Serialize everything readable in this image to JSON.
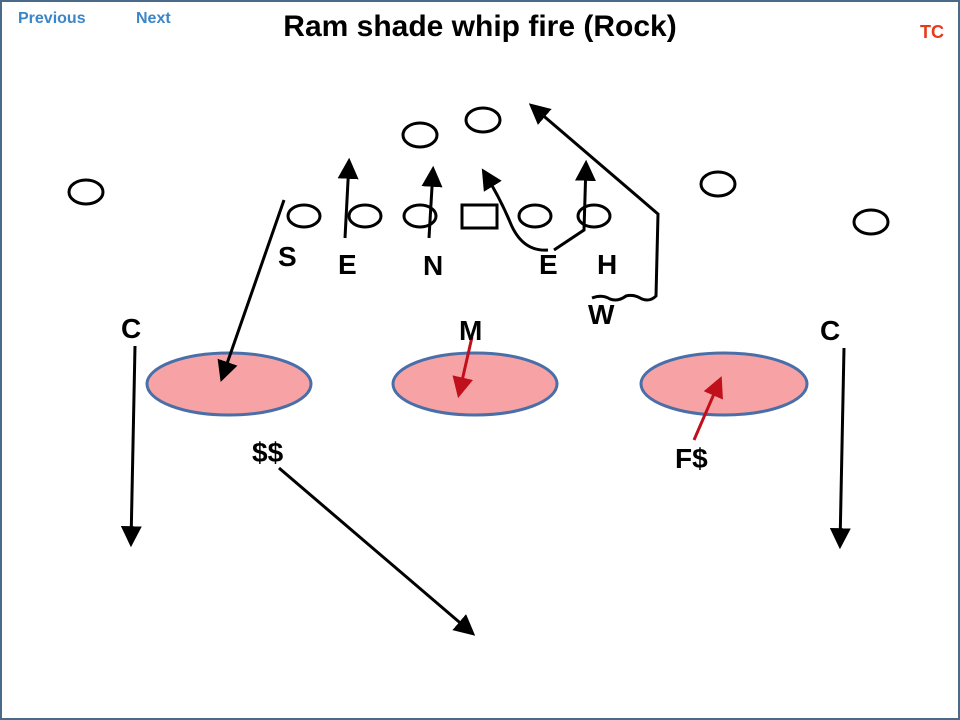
{
  "nav": {
    "previous_label": "Previous",
    "next_label": "Next",
    "tc_label": "TC"
  },
  "title": "Ram shade whip fire (Rock)",
  "defenders": {
    "s": "S",
    "e_left": "E",
    "n": "N",
    "e_right": "E",
    "h": "H",
    "w": "W",
    "c_left": "C",
    "m": "M",
    "c_right": "C",
    "ss": "$$",
    "fs": "F$"
  },
  "colors": {
    "zone_fill": "#f7a3a6",
    "zone_stroke": "#4a6fa8",
    "nav_link": "#3a86c8",
    "tc_link": "#e83a1c",
    "border": "#4a6a8a",
    "line": "#000000",
    "fs_arrow": "#c0101c"
  }
}
